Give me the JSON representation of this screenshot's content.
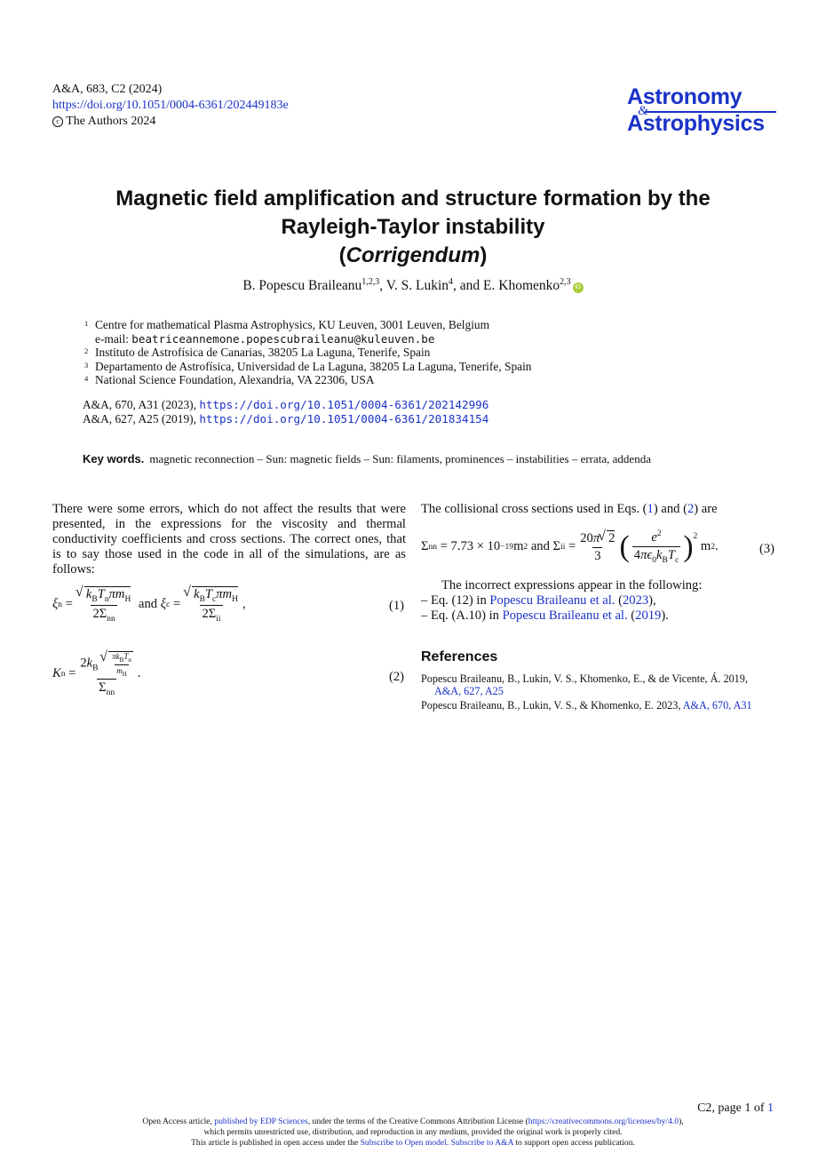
{
  "header": {
    "journal_ref": "A&A, 683, C2 (2024)",
    "doi_link": "https://doi.org/10.1051/0004-6361/202449183e",
    "copyright": "The Authors 2024",
    "copyright_symbol": "c",
    "logo_line1": "Astronomy",
    "logo_amp": "&",
    "logo_line2": "Astrophysics",
    "brand_color": "#1a32c8"
  },
  "title": {
    "line1": "Magnetic field amplification and structure formation by the",
    "line2": "Rayleigh-Taylor instability",
    "corr_open": "(",
    "corr": "Corrigendum",
    "corr_close": ")"
  },
  "authors": {
    "a1": "B. Popescu Braileanu",
    "a1_sup": "1,2,3",
    "sep1": ", V. S. Lukin",
    "a2_sup": "4",
    "sep2": ", and E. Khomenko",
    "a3_sup": "2,3",
    "orcid_icon": "iD"
  },
  "affiliations": [
    {
      "num": "1",
      "text": "Centre for mathematical Plasma Astrophysics, KU Leuven, 3001 Leuven, Belgium"
    },
    {
      "num": "",
      "text_prefix": "e-mail: ",
      "email": "beatriceannemone.popescubraileanu@kuleuven.be"
    },
    {
      "num": "2",
      "text": "Instituto de Astrofísica de Canarias, 38205 La Laguna, Tenerife, Spain"
    },
    {
      "num": "3",
      "text": "Departamento de Astrofísica, Universidad de La Laguna, 38205 La Laguna, Tenerife, Spain"
    },
    {
      "num": "4",
      "text": "National Science Foundation, Alexandria, VA 22306, USA"
    }
  ],
  "original_refs": [
    {
      "ref": "A&A, 670, A31 (2023), ",
      "link": "https://doi.org/10.1051/0004-6361/202142996"
    },
    {
      "ref": "A&A, 627, A25 (2019), ",
      "link": "https://doi.org/10.1051/0004-6361/201834154"
    }
  ],
  "keywords": {
    "label": "Key words.",
    "text": "magnetic reconnection – Sun: magnetic fields – Sun: filaments, prominences – instabilities – errata, addenda"
  },
  "body": {
    "intro": "There were some errors, which do not affect the results that were presented, in the expressions for the viscosity and thermal conductivity coefficients and cross sections. The correct ones, that is to say those used in the code in all of the simulations, are as follows:",
    "eq1_num": "(1)",
    "eq2_num": "(2)",
    "eq3_num": "(3)",
    "and_word": "and",
    "cross_intro_a": "The collisional cross sections used in Eqs. (",
    "cross_intro_l1": "1",
    "cross_intro_b": ") and (",
    "cross_intro_l2": "2",
    "cross_intro_c": ") are",
    "eq3_sigma_nn": "= 7.73 × 10",
    "eq3_exp": "−19",
    "eq3_unit": "m",
    "incorrect_intro": "The incorrect expressions appear in the following:",
    "bullets": [
      {
        "pre": "– Eq. (12) in ",
        "author": "Popescu Braileanu et al.",
        "open": " (",
        "year": "2023",
        "close": "),"
      },
      {
        "pre": "– Eq. (A.10) in ",
        "author": "Popescu Braileanu et al.",
        "open": " (",
        "year": "2019",
        "close": ")."
      }
    ]
  },
  "references": {
    "heading": "References",
    "entries": [
      {
        "text": "Popescu Braileanu, B., Lukin, V. S., Khomenko, E., & de Vicente, Á. 2019, ",
        "link": "A&A, 627, A25"
      },
      {
        "text": "Popescu Braileanu, B., Lukin, V. S., & Khomenko, E. 2023, ",
        "link": "A&A, 670, A31"
      }
    ]
  },
  "footer": {
    "page_label": "C2, page 1 of ",
    "page_total": "1",
    "lic1_a": "Open Access article, ",
    "lic1_link1": "published by EDP Sciences",
    "lic1_b": ", under the terms of the Creative Commons Attribution License (",
    "lic1_link2": "https://creativecommons.org/licenses/by/4.0",
    "lic1_c": "),",
    "lic2": "which permits unrestricted use, distribution, and reproduction in any medium, provided the original work is properly cited.",
    "lic3_a": "This article is published in open access under the ",
    "lic3_link1": "Subscribe to Open model",
    "lic3_b": ". ",
    "lic3_link2": "Subscribe to A&A",
    "lic3_c": " to support open access publication."
  }
}
